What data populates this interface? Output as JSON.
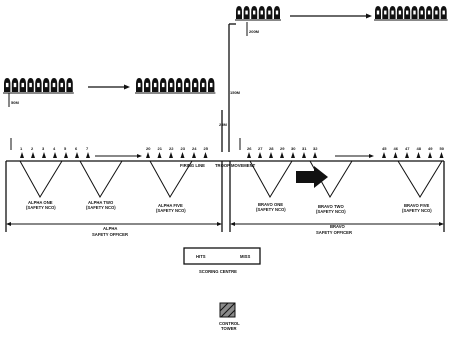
{
  "colors": {
    "ink": "#111111",
    "paper": "#ffffff",
    "control_fill": "#8a8a8a"
  },
  "labels": {
    "range_25m": "25M",
    "range_50m": "50M",
    "range_150m": "150M",
    "range_200m": "200M"
  },
  "firing_line": {
    "label": "FIRING LINE",
    "movement": "TROOP MOVEMENT",
    "alpha_numbers": [
      "1",
      "2",
      "3",
      "4",
      "5",
      "6",
      "7"
    ],
    "alpha_right_numbers": [
      "20",
      "21",
      "22",
      "23",
      "24",
      "25"
    ],
    "bravo_numbers": [
      "26",
      "27",
      "28",
      "29",
      "30",
      "31",
      "32"
    ],
    "bravo_right_numbers": [
      "45",
      "46",
      "47",
      "48",
      "49",
      "50"
    ]
  },
  "alpha": {
    "officers": [
      {
        "name": "ALPHA ONE",
        "role": "(SAFETY NCO)"
      },
      {
        "name": "ALPHA TWO",
        "role": "(SAFETY NCO)"
      },
      {
        "name": "ALPHA FIVE",
        "role": "(SAFETY NCO)"
      }
    ],
    "title": "ALPHA",
    "subtitle": "SAFETY OFFICER"
  },
  "bravo": {
    "officers": [
      {
        "name": "BRAVO ONE",
        "role": "(SAFETY NCO)"
      },
      {
        "name": "BRAVO TWO",
        "role": "(SAFETY NCO)"
      },
      {
        "name": "BRAVO FIVE",
        "role": "(SAFETY NCO)"
      }
    ],
    "title": "BRAVO",
    "subtitle": "SAFETY OFFICER"
  },
  "scoring": {
    "hits_label": "HITS",
    "misses_label": "MISS",
    "title": "SCORING CENTRE"
  },
  "control": {
    "line1": "CONTROL",
    "line2": "TOWER"
  }
}
